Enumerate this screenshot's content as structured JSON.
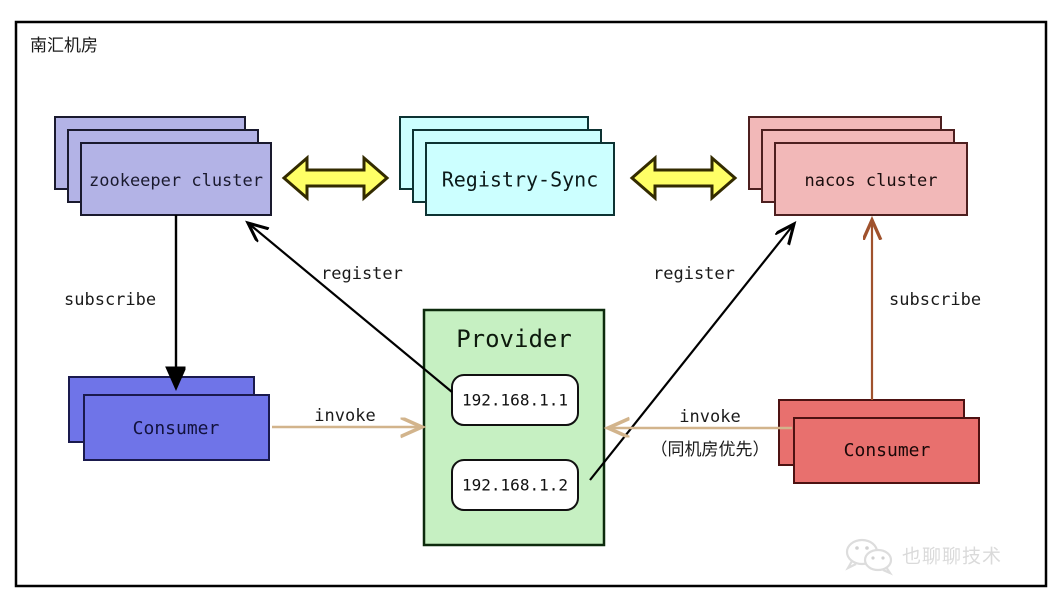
{
  "frame": {
    "title": "南汇机房",
    "border_color": "#000000",
    "background": "#ffffff"
  },
  "nodes": {
    "zookeeper": {
      "label": "zookeeper cluster",
      "fill": "#b3b3e6",
      "stroke": "#1a1a2e",
      "stack": 3,
      "text_color": "#1a1a2e"
    },
    "registry_sync": {
      "label": "Registry-Sync",
      "fill": "#ccffff",
      "stroke": "#0d3333",
      "stack": 3,
      "text_color": "#0d1a1a"
    },
    "nacos": {
      "label": "nacos cluster",
      "fill": "#f2b8b8",
      "stroke": "#4d1f1f",
      "stack": 3,
      "text_color": "#1a0d0d"
    },
    "consumer_left": {
      "label": "Consumer",
      "fill": "#6f74e8",
      "stroke": "#1a1a4d",
      "stack": 2,
      "text_color": "#12123d"
    },
    "consumer_right": {
      "label": "Consumer",
      "fill": "#e8706e",
      "stroke": "#4d1212",
      "stack": 2,
      "text_color": "#1a0808"
    },
    "provider": {
      "label": "Provider",
      "fill": "#c6f0c2",
      "stroke": "#0d2b0d",
      "text_color": "#0d1a0d",
      "instances": [
        {
          "label": "192.168.1.1",
          "fill": "#ffffff",
          "stroke": "#111111"
        },
        {
          "label": "192.168.1.2",
          "fill": "#ffffff",
          "stroke": "#111111"
        }
      ]
    }
  },
  "edges": [
    {
      "id": "zk-sync",
      "label": "",
      "kind": "bidirectional",
      "color": "#ffff66",
      "stroke": "#332b00"
    },
    {
      "id": "sync-nacos",
      "label": "",
      "kind": "bidirectional",
      "color": "#ffff66",
      "stroke": "#332b00"
    },
    {
      "id": "zk-consumer",
      "label": "subscribe",
      "kind": "arrow",
      "color": "#000000"
    },
    {
      "id": "provider-zk",
      "label": "register",
      "kind": "arrow",
      "color": "#000000"
    },
    {
      "id": "provider-nacos",
      "label": "register",
      "kind": "arrow",
      "color": "#000000"
    },
    {
      "id": "consumer-nacos",
      "label": "subscribe",
      "kind": "arrow",
      "color": "#a0522d"
    },
    {
      "id": "consumerL-prov",
      "label": "invoke",
      "kind": "arrow",
      "color": "#d2b48c"
    },
    {
      "id": "consumerR-prov",
      "label": "invoke",
      "label2": "（同机房优先）",
      "kind": "arrow",
      "color": "#d2b48c"
    }
  ],
  "watermark": {
    "text": "也聊聊技术",
    "icon": "wechat-icon",
    "color": "#d9d9d9"
  }
}
